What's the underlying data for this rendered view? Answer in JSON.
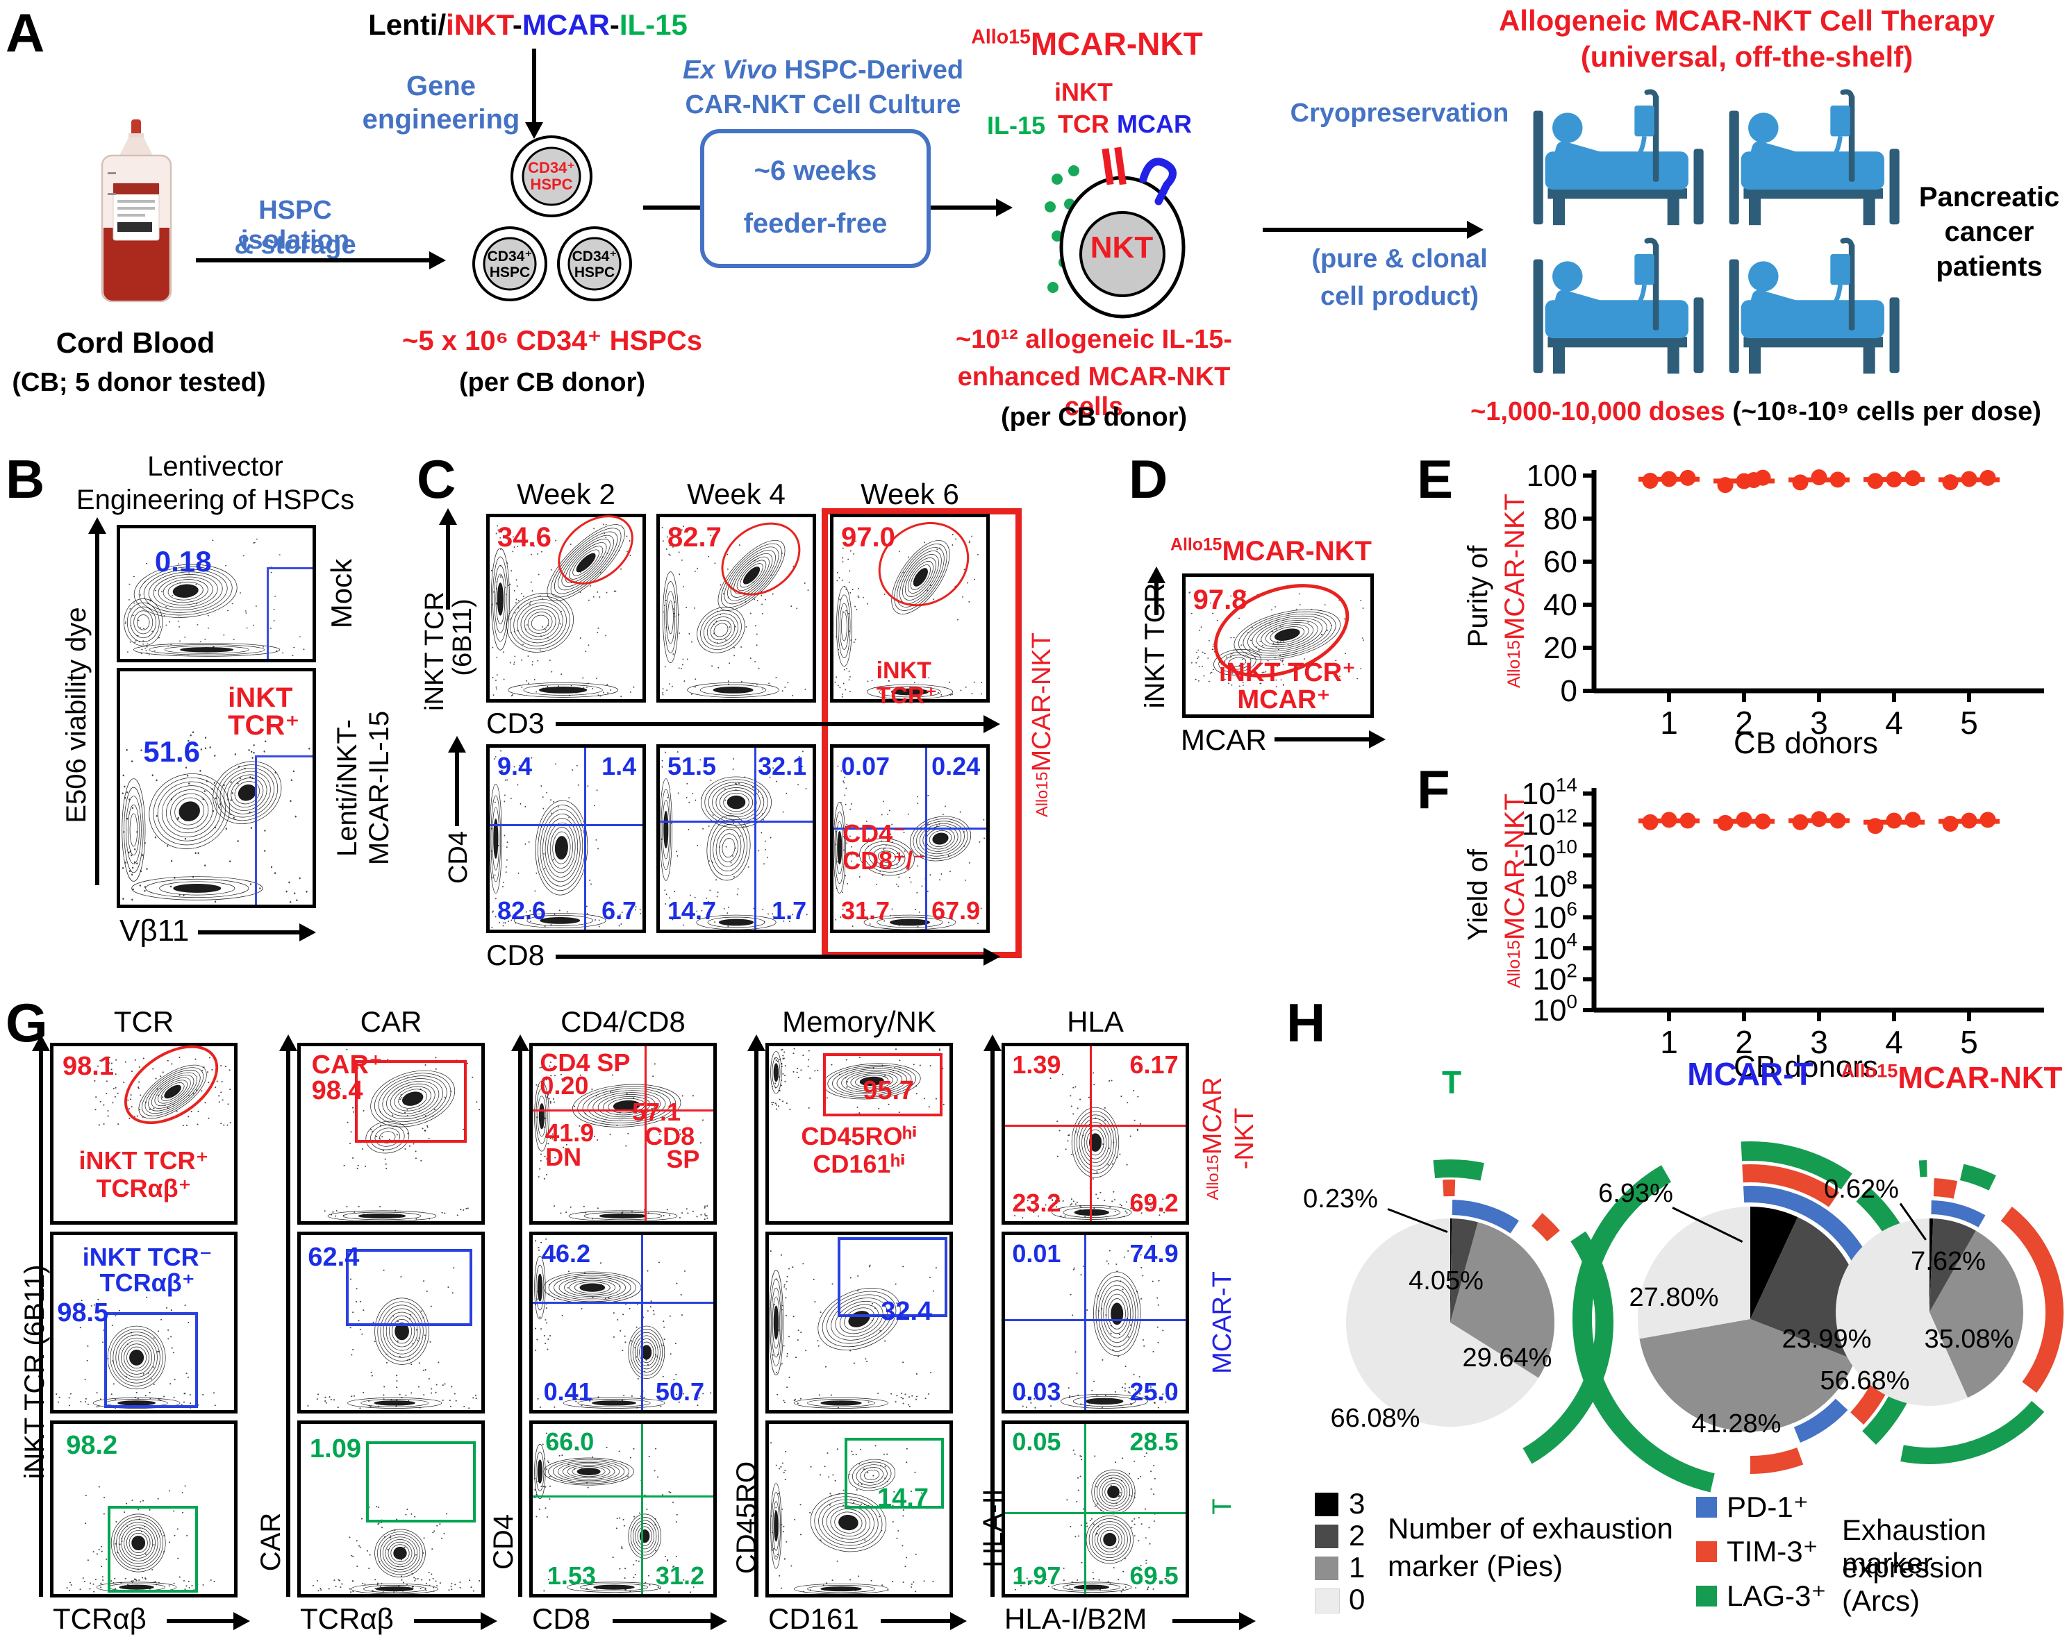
{
  "colors": {
    "accent_blue": "#4472c4",
    "label_red": "#ed1c24",
    "num_blue": "#1b2ee6",
    "green": "#00a651",
    "dot_red": "#f1361d",
    "arc_blue": "#4472c4",
    "arc_red": "#e8492f",
    "arc_green": "#169c50",
    "pie_levels": [
      "#000000",
      "#4a4a4a",
      "#8f8f8f",
      "#e9e9e9"
    ],
    "bed_light": "#3b97d3",
    "bed_dark": "#2e5d79"
  },
  "panelA": {
    "label": "A",
    "construct": {
      "p1": "Lenti/",
      "p2": "iNKT",
      "d1": "-",
      "p3": "MCAR",
      "d2": "-",
      "p4": "IL-15"
    },
    "gene_engineering": {
      "l1": "Gene",
      "l2": "engineering"
    },
    "isolation": {
      "l1": "HSPC isolation",
      "l2": "& storage"
    },
    "cord_blood": {
      "l1": "Cord Blood",
      "l2": "(CB; 5 donor tested)"
    },
    "hspc_cell": {
      "l1": "CD34⁺",
      "l2": "HSPC"
    },
    "hspc_count": "~5 x 10⁶ CD34⁺ HSPCs",
    "hspc_count_sub": "(per CB donor)",
    "exvivo": {
      "it": "Ex Vivo",
      "rest": " HSPC-Derived",
      "l2": "CAR-NKT Cell Culture"
    },
    "weeks_box": {
      "l1": "~6 weeks",
      "l2": "feeder-free"
    },
    "allo_title": {
      "sup": "Allo15",
      "name": "MCAR-NKT"
    },
    "nkt": {
      "il15": "IL-15",
      "inkt": "iNKT",
      "tcr": "TCR",
      "mcar": "MCAR",
      "cell": "NKT"
    },
    "yield": {
      "l1": "~10¹² allogeneic IL-15-",
      "l2": "enhanced MCAR-NKT cells",
      "sub": "(per CB donor)"
    },
    "cryo": {
      "l1": "Cryopreservation",
      "l2": "(pure & clonal",
      "l3": "cell product)"
    },
    "therapy": {
      "l1": "Allogeneic MCAR-NKT Cell Therapy",
      "l2": "(universal, off-the-shelf)"
    },
    "patients": {
      "l1": "Pancreatic",
      "l2": "cancer",
      "l3": "patients"
    },
    "doses": {
      "red": "~1,000-10,000 doses",
      "black": " (~10⁸-10⁹ cells per dose)"
    }
  },
  "panelB": {
    "label": "B",
    "title": {
      "l1": "Lentivector",
      "l2": "Engineering of HSPCs"
    },
    "ylabel": "E506 viability dye",
    "xlabel": "Vβ11",
    "mock": {
      "pct": "0.18",
      "row": "Mock"
    },
    "lenti": {
      "pct": "51.6",
      "gate1": "iNKT",
      "gate2": "TCR⁺",
      "row1": "Lenti/iNKT-",
      "row2": "MCAR-IL-15"
    }
  },
  "panelC": {
    "label": "C",
    "weeks": [
      "Week 2",
      "Week 4",
      "Week 6"
    ],
    "row1": {
      "ylabel": "iNKT TCR",
      "ylabel2": "(6B11)",
      "xlabel": "CD3",
      "pcts": [
        "34.6",
        "82.7",
        "97.0"
      ],
      "gate_note": "iNKT TCR⁺"
    },
    "row2": {
      "ylabel": "CD4",
      "xlabel": "CD8",
      "w2": {
        "ul": "9.4",
        "ur": "1.4",
        "ll": "82.6",
        "lr": "6.7"
      },
      "w4": {
        "ul": "51.5",
        "ur": "32.1",
        "ll": "14.7",
        "lr": "1.7"
      },
      "w6": {
        "ul": "0.07",
        "ur": "0.24",
        "m1": "CD4⁻",
        "m2": "CD8⁺/⁻",
        "ll": "31.7",
        "lr": "67.9"
      }
    },
    "side": {
      "sup": "Allo15",
      "name": "MCAR-NKT"
    }
  },
  "panelD": {
    "label": "D",
    "title": {
      "sup": "Allo15",
      "name": "MCAR-NKT"
    },
    "pct": "97.8",
    "gate1": "iNKT TCR⁺",
    "gate2": "MCAR⁺",
    "ylabel": "iNKT TCR",
    "xlabel": "MCAR"
  },
  "panelE": {
    "label": "E",
    "ylabel_black": "Purity of",
    "ylabel_red": {
      "sup": "Allo15",
      "name": "MCAR-NKT"
    },
    "yticks": [
      0,
      20,
      40,
      60,
      80,
      100
    ],
    "xticks": [
      "1",
      "2",
      "3",
      "4",
      "5"
    ],
    "xlabel": "CB donors",
    "points": [
      [
        97.6,
        98.4,
        98.9
      ],
      [
        95.6,
        97.4,
        99.0,
        97.9
      ],
      [
        96.8,
        99.2,
        98.1
      ],
      [
        97.5,
        98.2,
        98.8
      ],
      [
        96.9,
        98.4,
        98.9
      ]
    ]
  },
  "panelF": {
    "label": "F",
    "ylabel_black": "Yield of",
    "ylabel_red": {
      "sup": "Allo15",
      "name": "MCAR-NKT"
    },
    "ytick_exponents": [
      0,
      2,
      4,
      6,
      8,
      10,
      12,
      14
    ],
    "xticks": [
      "1",
      "2",
      "3",
      "4",
      "5"
    ],
    "xlabel": "CB donors",
    "points": [
      [
        12.15,
        12.3,
        12.25
      ],
      [
        12.1,
        12.3,
        12.2
      ],
      [
        12.15,
        12.35,
        12.25
      ],
      [
        11.9,
        12.25,
        12.3
      ],
      [
        12.05,
        12.25,
        12.3
      ]
    ]
  },
  "panelG": {
    "label": "G",
    "col_titles": [
      "TCR",
      "CAR",
      "CD4/CD8",
      "Memory/NK",
      "HLA"
    ],
    "x_labels": [
      "TCRαβ",
      "TCRαβ",
      "CD8",
      "CD161",
      "HLA-I/B2M"
    ],
    "y_labels": [
      "iNKT TCR (6B11)",
      "CAR",
      "CD4",
      "CD45RO",
      "HLA-II"
    ],
    "row_labels": {
      "r1a": {
        "sup": "Allo15",
        "t": "MCAR"
      },
      "r1b": "-NKT",
      "r2": "MCAR-T",
      "r3": "T"
    },
    "cells": {
      "r1c1": {
        "pct": "98.1",
        "g1": "iNKT TCR⁺",
        "g2": "TCRαβ⁺"
      },
      "r1c2": {
        "g": "CAR⁺",
        "pct": "98.4"
      },
      "r1c3": {
        "ul1": "CD4 SP",
        "ul2": "0.20",
        "dn1": "41.9",
        "dn2": "DN",
        "sp1": "57.1",
        "sp2": "CD8",
        "sp3": "SP"
      },
      "r1c4": {
        "pct": "95.7",
        "g1": "CD45ROʰⁱ",
        "g2": "CD161ʰⁱ"
      },
      "r1c5": {
        "ul": "1.39",
        "ur": "6.17",
        "ll": "23.2",
        "lr": "69.2"
      },
      "r2c1": {
        "g1": "iNKT TCR⁻",
        "g2": "TCRαβ⁺",
        "pct": "98.5"
      },
      "r2c2": {
        "pct": "62.4"
      },
      "r2c3": {
        "ul": "46.2",
        "ll": "0.41",
        "lr": "50.7"
      },
      "r2c4": {
        "pct": "32.4"
      },
      "r2c5": {
        "ul": "0.01",
        "ur": "74.9",
        "ll": "0.03",
        "lr": "25.0"
      },
      "r3c1": {
        "pct": "98.2"
      },
      "r3c2": {
        "pct": "1.09"
      },
      "r3c3": {
        "ul": "66.0",
        "ll": "1.53",
        "lr": "31.2"
      },
      "r3c4": {
        "pct": "14.7"
      },
      "r3c5": {
        "ul": "0.05",
        "ur": "28.5",
        "ll": "1.97",
        "lr": "69.5"
      }
    }
  },
  "panelH": {
    "label": "H",
    "pies": [
      {
        "name": "T",
        "values": [
          0.23,
          4.05,
          29.64,
          66.08
        ],
        "labels": [
          "0.23%",
          "4.05%",
          "29.64%",
          "66.08%"
        ],
        "arcs": [
          {
            "b": "green",
            "s": 354,
            "e": 12
          },
          {
            "b": "red",
            "s": 357,
            "e": 2
          },
          {
            "b": "blue",
            "s": 1,
            "e": 34
          },
          {
            "b": "red",
            "s": 40,
            "e": 50
          },
          {
            "b": "green",
            "s": 56,
            "e": 150
          }
        ]
      },
      {
        "name": "MCAR-T",
        "values": [
          6.93,
          23.99,
          41.28,
          27.8
        ],
        "labels": [
          "6.93%",
          "23.99%",
          "41.28%",
          "27.80%"
        ],
        "arcs": [
          {
            "b": "blue",
            "s": 357,
            "e": 100
          },
          {
            "b": "blue",
            "s": 133,
            "e": 158
          },
          {
            "b": "red",
            "s": 357,
            "e": 35
          },
          {
            "b": "red",
            "s": 103,
            "e": 133
          },
          {
            "b": "red",
            "s": 160,
            "e": 180
          },
          {
            "b": "green",
            "s": 357,
            "e": 35
          },
          {
            "b": "green",
            "s": 42,
            "e": 135
          },
          {
            "b": "green",
            "s": 193,
            "e": 330
          }
        ]
      },
      {
        "name": "Allo15MCAR-NKT",
        "title_sup": "Allo15",
        "title_main": "MCAR-NKT",
        "values": [
          0.62,
          7.62,
          35.08,
          56.68
        ],
        "labels": [
          "0.62%",
          "7.62%",
          "35.08%",
          "56.68%"
        ],
        "arcs": [
          {
            "b": "blue",
            "s": 1,
            "e": 30
          },
          {
            "b": "red",
            "s": 2,
            "e": 12
          },
          {
            "b": "green",
            "s": 13,
            "e": 26
          },
          {
            "b": "red",
            "s": 38,
            "e": 127
          },
          {
            "b": "green",
            "s": 131,
            "e": 191
          },
          {
            "b": "green",
            "s": 356,
            "e": 359
          }
        ]
      }
    ],
    "legend_pies": {
      "items": [
        {
          "label": "3"
        },
        {
          "label": "2"
        },
        {
          "label": "1"
        },
        {
          "label": "0"
        }
      ],
      "caption1": "Number of exhaustion",
      "caption2": "marker (Pies)"
    },
    "legend_arcs": {
      "items": [
        {
          "label": "PD-1⁺"
        },
        {
          "label": "TIM-3⁺"
        },
        {
          "label": "LAG-3⁺"
        }
      ],
      "caption1": "Exhaustion marker",
      "caption2": "expression (Arcs)"
    }
  },
  "chart_data": [
    {
      "type": "scatter",
      "title": "Purity of Allo15MCAR-NKT",
      "xlabel": "CB donors",
      "ylabel": "Purity (%)",
      "ylim": [
        0,
        100
      ],
      "categories": [
        1,
        2,
        3,
        4,
        5
      ],
      "values": [
        [
          97.6,
          98.4,
          98.9
        ],
        [
          95.6,
          97.4,
          99.0,
          97.9
        ],
        [
          96.8,
          99.2,
          98.1
        ],
        [
          97.5,
          98.2,
          98.8
        ],
        [
          96.9,
          98.4,
          98.9
        ]
      ]
    },
    {
      "type": "scatter",
      "title": "Yield of Allo15MCAR-NKT",
      "xlabel": "CB donors",
      "ylabel": "Yield (cells, log10)",
      "ylim_log10": [
        0,
        14
      ],
      "categories": [
        1,
        2,
        3,
        4,
        5
      ],
      "values_log10": [
        [
          12.15,
          12.3,
          12.25
        ],
        [
          12.1,
          12.3,
          12.2
        ],
        [
          12.15,
          12.35,
          12.25
        ],
        [
          11.9,
          12.25,
          12.3
        ],
        [
          12.05,
          12.25,
          12.3
        ]
      ]
    },
    {
      "type": "pie",
      "title": "T",
      "categories": [
        "3 markers",
        "2 markers",
        "1 marker",
        "0 markers"
      ],
      "values": [
        0.23,
        4.05,
        29.64,
        66.08
      ]
    },
    {
      "type": "pie",
      "title": "MCAR-T",
      "categories": [
        "3 markers",
        "2 markers",
        "1 marker",
        "0 markers"
      ],
      "values": [
        6.93,
        23.99,
        41.28,
        27.8
      ]
    },
    {
      "type": "pie",
      "title": "Allo15MCAR-NKT",
      "categories": [
        "3 markers",
        "2 markers",
        "1 marker",
        "0 markers"
      ],
      "values": [
        0.62,
        7.62,
        35.08,
        56.68
      ]
    }
  ]
}
